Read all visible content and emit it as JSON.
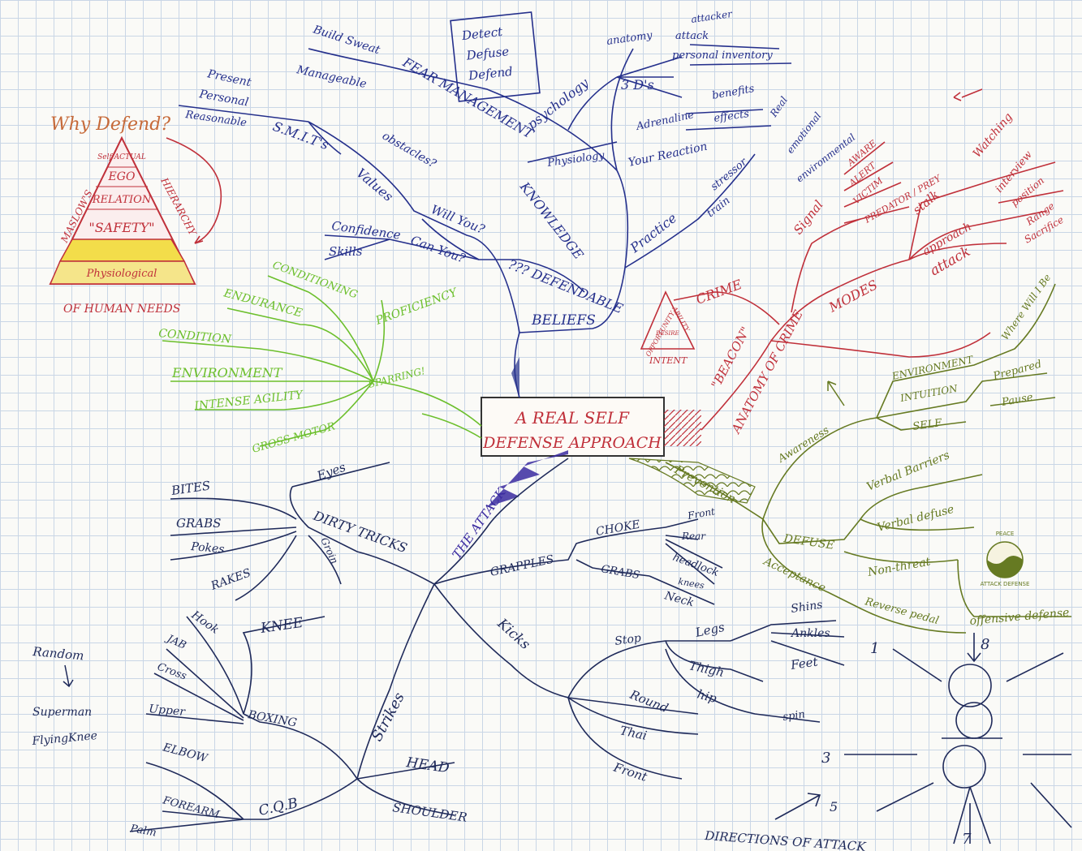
{
  "colors": {
    "blue": "#25308c",
    "red": "#c0303a",
    "green": "#6cbf2c",
    "olive": "#667a22",
    "purple": "#3a2aa0",
    "ink": "#1f2a5a",
    "orange": "#c66a3a",
    "yellow": "#f3dd4a"
  },
  "center": {
    "line1": "A REAL SELF",
    "line2": "DEFENSE APPROACH"
  },
  "pyramid": {
    "title": "Why Defend?",
    "levels": [
      "Self ACTUAL",
      "EGO",
      "RELATION",
      "\"SAFETY\"",
      "Physiological"
    ],
    "side_left": "MASLOW'S",
    "side_right": "HIERARCHY",
    "caption": "OF HUMAN NEEDS"
  },
  "beliefs": {
    "root": "BELIEFS",
    "defendable": "??? DEFENDABLE",
    "knowledge": "KNOWLEDGE",
    "fear": "FEAR MANAGEMENT",
    "build_sweat": "Build Sweat",
    "manageable": "Manageable",
    "smits": "S.M.I.T's",
    "smit_items": [
      "Present",
      "Personal",
      "Reasonable"
    ],
    "values": "Values",
    "obstacles": "obstacles?",
    "will_you": "Will You?",
    "can_you": "Can You?",
    "confidence": "Confidence",
    "skills": "Skills",
    "psychology": "psychology",
    "physiology": "Physiology",
    "your_reaction": "Your Reaction",
    "three_ds": "3 D's",
    "ddd": [
      "Detect",
      "Defuse",
      "Defend"
    ],
    "anatomy": "anatomy",
    "anatomy_items": [
      "attacker",
      "attack",
      "personal inventory"
    ],
    "adrenaline": "Adrenaline",
    "benefits": "benefits",
    "effects": "effects",
    "practice": "Practice",
    "stressor": "stressor",
    "train": "train",
    "practice_items": [
      "Real",
      "emotional",
      "environmental"
    ]
  },
  "gas": {
    "root": "SPARRING!",
    "items": [
      "CONDITIONING",
      "ENDURANCE",
      "CONDITION",
      "ENVIRONMENT",
      "INTENSE AGILITY",
      "GROSS MOTOR",
      "PROFICIENCY"
    ]
  },
  "crime": {
    "anatomy": "ANATOMY OF CRIME",
    "beacon": "\"BEACON\"",
    "crime": "CRIME",
    "triangle": [
      "OPPORTUNITY",
      "ABILITY",
      "INTENT"
    ],
    "desire": "DESIRE",
    "modes": "MODES",
    "signal": "Signal",
    "signal_items": [
      "AWARE",
      "ALERT",
      "VICTIM",
      "PREDATOR / PREY"
    ],
    "stalk": "stalk",
    "approach": "approach",
    "attack": "attack",
    "watching": "Watching",
    "interview": "interview",
    "position": "position",
    "range": "Range",
    "sacrifice": "Sacrifice"
  },
  "prevention": {
    "root": "Prevention",
    "awareness": "Awareness",
    "environment": "ENVIRONMENT",
    "intuition": "INTUITION",
    "self": "SELF",
    "prepared": "Prepared",
    "pause": "Pause",
    "where": "Where Will I Be",
    "defuse": "DEFUSE",
    "verbal_barriers": "Verbal Barriers",
    "verbal_defuse": "Verbal defuse",
    "non_threat": "Non-threat",
    "acceptance": "Acceptance",
    "reverse_pedal": "Reverse pedal",
    "offensive": "offensive defense"
  },
  "attack": {
    "root": "THE ATTACK",
    "dirty": "DIRTY TRICKS",
    "eyes": "Eyes",
    "bites": "BITES",
    "grabs": "GRABS",
    "pokes": "Pokes",
    "rakes": "RAKES",
    "groin": "Groin",
    "grapples": "GRAPPLES",
    "choke": "CHOKE",
    "grabs2": "GRABS",
    "choke_items": [
      "Front",
      "Rear",
      "headlock",
      "knees",
      "Neck"
    ],
    "kicks": "Kicks",
    "stop": "Stop",
    "legs": "Legs",
    "thigh": "Thigh",
    "hip": "hip",
    "spin": "spin",
    "round": "Round",
    "thai": "Thai",
    "front": "Front",
    "leg_items": [
      "Shins",
      "Ankles",
      "Feet"
    ],
    "strikes": "Strikes",
    "knee": "KNEE",
    "boxing": "BOXING",
    "box_items": [
      "Hook",
      "JAB",
      "Cross",
      "Upper"
    ],
    "head": "HEAD",
    "shoulder": "SHOULDER",
    "cqb": "C.Q.B",
    "elbow": "ELBOW",
    "forearm": "FOREARM",
    "palm": "Palm",
    "random": "Random",
    "superman": "Superman",
    "flying": "FlyingKnee"
  },
  "figure": {
    "caption": "DIRECTIONS OF ATTACK",
    "numbers": [
      "1",
      "8",
      "3",
      "5",
      "7"
    ]
  },
  "taiji_caption": "ATTACK DEFENSE",
  "taiji_top": "PEACE"
}
